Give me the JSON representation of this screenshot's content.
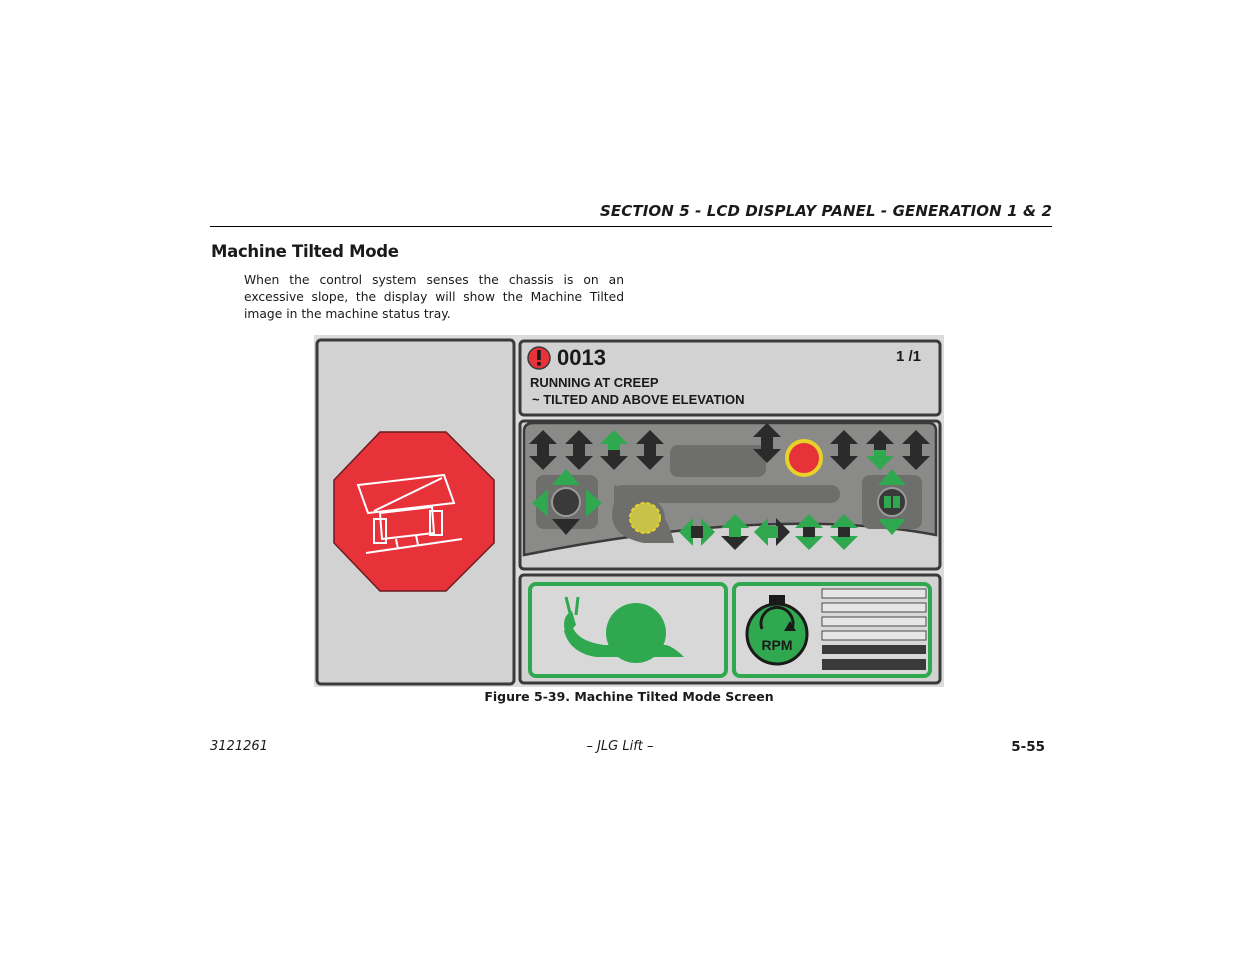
{
  "header": {
    "section": "SECTION 5 - LCD DISPLAY PANEL - GENERATION 1 & 2"
  },
  "content": {
    "title": "Machine Tilted Mode",
    "paragraph": "When the control system senses the chassis is on an excessive slope, the display will show the Machine Tilted image in the machine status tray."
  },
  "display": {
    "fault_code": "0013",
    "page_indicator": "1 /1",
    "message_line1": "RUNNING AT CREEP",
    "message_line2": "~ TILTED AND ABOVE ELEVATION",
    "rpm_label": "RPM",
    "colors": {
      "green": "#2fa84f",
      "red": "#e8323a",
      "panel": "#d2d2d2",
      "dark_panel": "#8a8a88",
      "yellow": "#e8d22a"
    }
  },
  "figure": {
    "caption": "Figure 5-39. Machine Tilted Mode Screen"
  },
  "footer": {
    "doc_number": "3121261",
    "center": "– JLG Lift –",
    "page": "5-55"
  }
}
